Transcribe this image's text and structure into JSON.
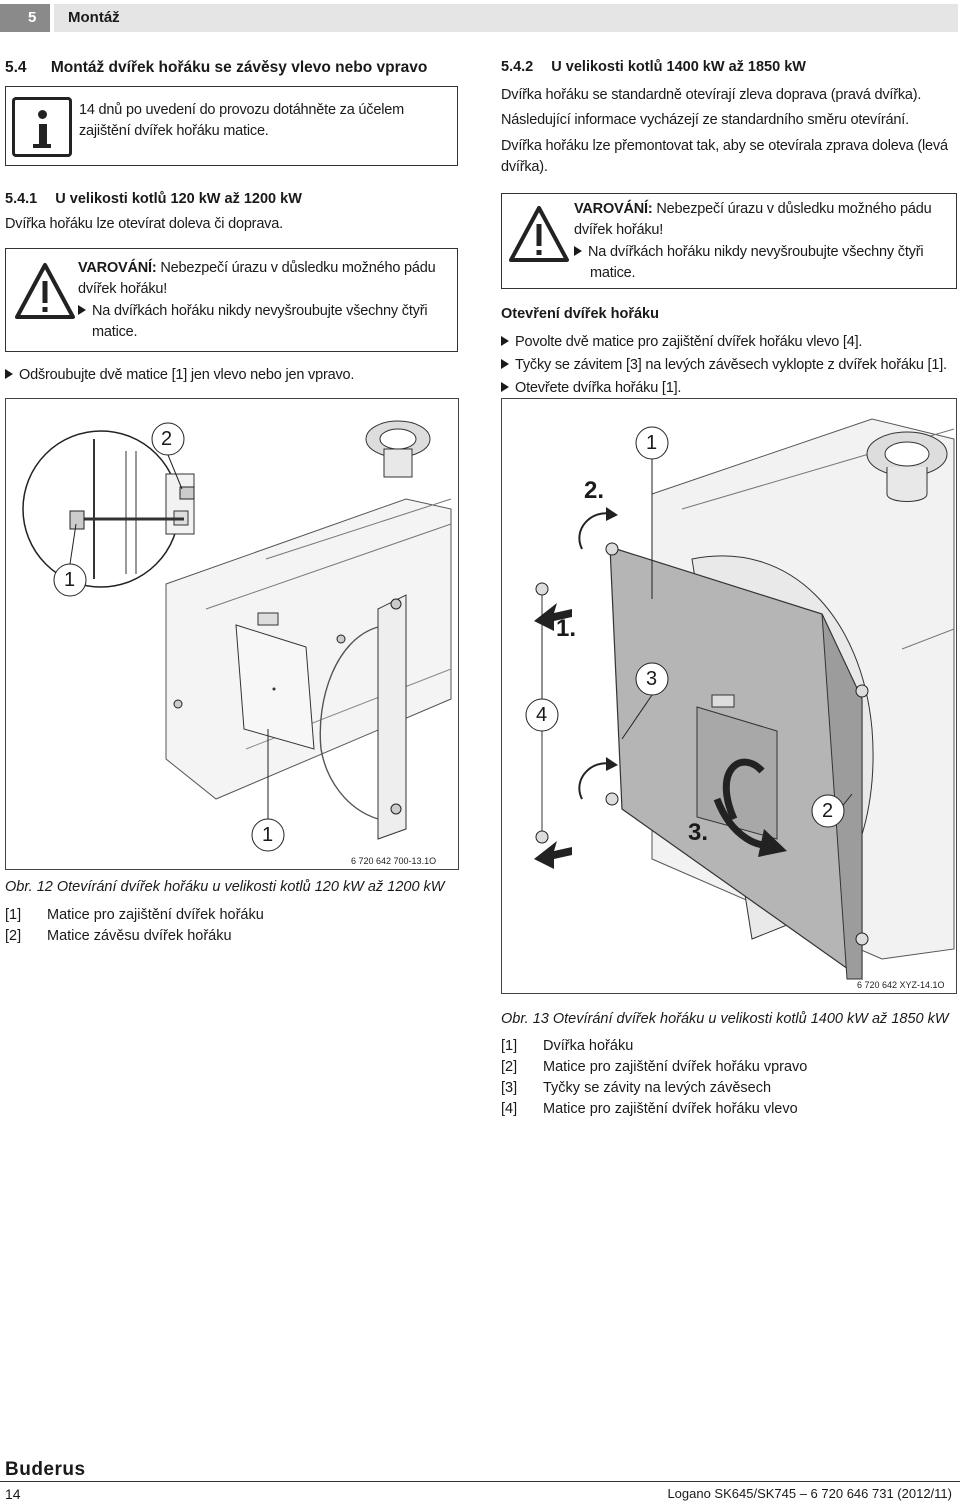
{
  "header": {
    "number": "5",
    "title": "Montáž"
  },
  "section": {
    "number": "5.4",
    "title": "Montáž dvířek hořáku se závěsy vlevo nebo vpravo"
  },
  "info_box": {
    "text_line1": "14 dnů po uvedení do provozu dotáhněte za účelem",
    "text_line2": "zajištění dvířek hořáku matice."
  },
  "sub1": {
    "number": "5.4.1",
    "title": "U velikosti kotlů 120 kW až 1200 kW",
    "body": "Dvířka hořáku lze otevírat doleva či doprava.",
    "warning_label": "VAROVÁNÍ:",
    "warning_text1": " Nebezpečí úrazu v důsledku možného pádu",
    "warning_text2": "dvířek hořáku!",
    "warning_step1": "Na dvířkách hořáku nikdy nevyšroubujte všechny čtyři",
    "warning_step2": "matice.",
    "step": "Odšroubujte dvě matice [1] jen vlevo nebo jen vpravo."
  },
  "sub2": {
    "number": "5.4.2",
    "title": "U velikosti kotlů 1400 kW až 1850 kW",
    "body1": "Dvířka hořáku se standardně otevírají zleva doprava (pravá dvířka).",
    "body2": "Následující informace vycházejí ze standardního směru otevírání.",
    "body3a": "Dvířka hořáku lze přemontovat tak, aby se otevírala zprava doleva (levá",
    "body3b": "dvířka).",
    "warning_label": "VAROVÁNÍ:",
    "warning_text1": " Nebezpečí úrazu v důsledku možného pádu",
    "warning_text2": "dvířek hořáku!",
    "warning_step1": "Na dvířkách hořáku nikdy nevyšroubujte všechny čtyři",
    "warning_step2": "matice.",
    "open_title": "Otevření dvířek hořáku",
    "steps": [
      "Povolte dvě matice pro zajištění dvířek hořáku vlevo [4].",
      "Tyčky se závitem [3] na levých závěsech vyklopte z dvířek hořáku [1].",
      "Otevřete dvířka hořáku [1]."
    ]
  },
  "fig12": {
    "code": "6 720 642 700-13.1O",
    "callouts": [
      "2",
      "1",
      "1"
    ],
    "caption": "Obr. 12 Otevírání dvířek hořáku u velikosti kotlů 120 kW až 1200 kW",
    "legend": [
      {
        "key": "[1]",
        "text": "Matice pro zajištění dvířek hořáku"
      },
      {
        "key": "[2]",
        "text": "Matice závěsu dvířek hořáku"
      }
    ]
  },
  "fig13": {
    "code": "6 720 642 XYZ-14.1O",
    "callouts": [
      "1",
      "3",
      "4",
      "2"
    ],
    "steps_labels": [
      "2.",
      "1.",
      "3."
    ],
    "caption": "Obr. 13 Otevírání dvířek hořáku u velikosti kotlů 1400 kW až 1850 kW",
    "legend": [
      {
        "key": "[1]",
        "text": "Dvířka hořáku"
      },
      {
        "key": "[2]",
        "text": "Matice pro zajištění dvířek hořáku vpravo"
      },
      {
        "key": "[3]",
        "text": "Tyčky se závity na levých závěsech"
      },
      {
        "key": "[4]",
        "text": "Matice pro zajištění dvířek hořáku vlevo"
      }
    ]
  },
  "footer": {
    "brand": "Buderus",
    "page": "14",
    "doc": "Logano SK645/SK745 – 6 720 646 731 (2012/11)"
  }
}
